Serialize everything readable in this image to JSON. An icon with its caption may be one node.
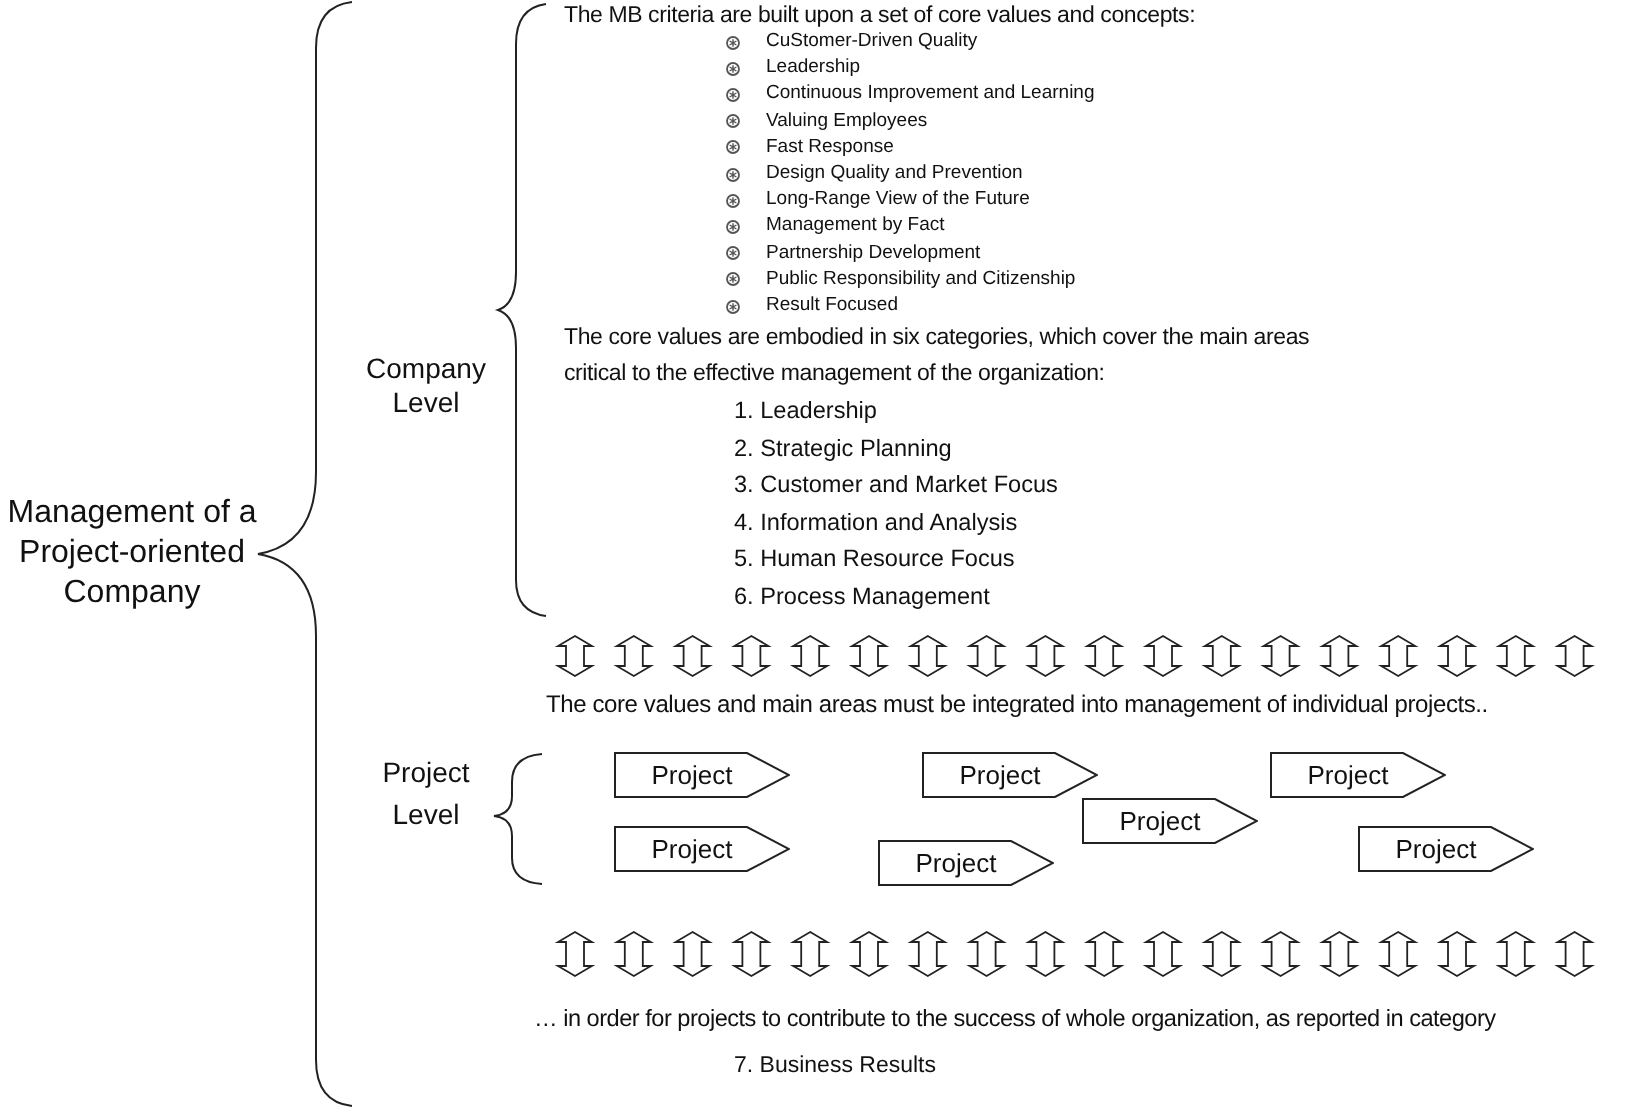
{
  "diagram": {
    "nodes": [
      {
        "text": [
          "Project"
        ]
      },
      {
        "text": [
          "Project"
        ]
      },
      {
        "text": [
          "Project"
        ]
      },
      {
        "text": [
          "Project"
        ]
      },
      {
        "text": [
          "Project"
        ]
      },
      {
        "text": [
          "Project"
        ]
      },
      {
        "text": [
          "Project"
        ]
      }
    ],
    "labels": [
      "Management of a Project-oriented Company",
      "Company Level",
      "The MB criteria are built upon a set of core values and concepts:",
      "CuStomer-Driven Quality",
      "Leadership",
      "Continuous Improvement and Learning",
      "Valuing Employees",
      "Fast Response",
      "Design Quality and Prevention",
      "Long-Range View of the Future",
      "Management by Fact",
      "Partnership Development",
      "Public Responsibility and Citizenship",
      "Result Focused",
      "The core values are embodied in six categories, which cover the main areas critical to the effective management of the organization:",
      "1. Leadership",
      "2. Strategic Planning",
      "3. Customer and Market Focus",
      "4. Information and Analysis",
      "5. Human Resource Focus",
      "6. Process Management",
      "The core values and main areas must be integrated into management of individual projects..",
      "Project Level",
      "… in order for projects to contribute to the success of whole organization, as reported in category",
      "7. Business Results"
    ]
  }
}
